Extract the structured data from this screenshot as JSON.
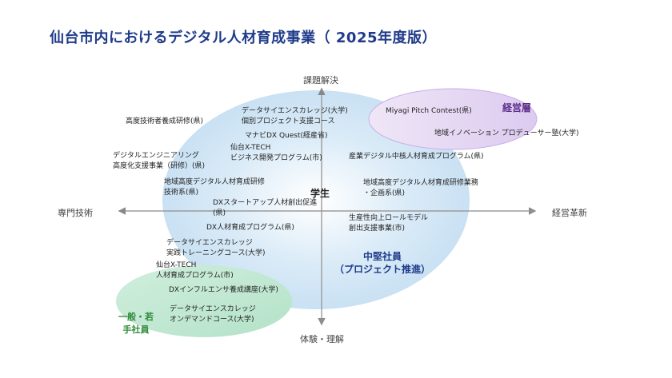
{
  "title": "仙台市内におけるデジタル人材育成事業（ 2025年度版）",
  "axes": {
    "top": "課題解決",
    "bottom": "体験・理解",
    "left": "専門技術",
    "right": "経営革新"
  },
  "groups": {
    "management": "経営層",
    "students": "学生",
    "mid_line1": "中堅社員",
    "mid_line2": "（プロジェクト推進）",
    "young_line1": "一般・若",
    "young_line2": "手社員"
  },
  "colors": {
    "title": "#1f3b8a",
    "management": "#5b2d8a",
    "students": "#222222",
    "mid": "#1f3b8a",
    "young": "#2e8b3a"
  },
  "items": [
    {
      "line1": "データサイエンスカレッジ(大学)",
      "line2": "個別プロジェクト支援コース"
    },
    {
      "line1": "高度技術者養成研修(県)",
      "line2": ""
    },
    {
      "line1": "マナビDX Quest(経産省)",
      "line2": ""
    },
    {
      "line1": "仙台X-TECH",
      "line2": "ビジネス開発プログラム(市)"
    },
    {
      "line1": "デジタルエンジニアリング",
      "line2": "高度化支援事業（研修）(県)"
    },
    {
      "line1": "地域高度デジタル人材育成研修",
      "line2": "技術系(県)"
    },
    {
      "line1": "DXスタートアップ人材創出促進",
      "line2": "(県)"
    },
    {
      "line1": "DX人材育成プログラム(県)",
      "line2": ""
    },
    {
      "line1": "データサイエンスカレッジ",
      "line2": "実践トレーニングコース(大学)"
    },
    {
      "line1": "仙台X-TECH",
      "line2": "人材育成プログラム(市)"
    },
    {
      "line1": "DXインフルエンサ養成講座(大学)",
      "line2": ""
    },
    {
      "line1": "データサイエンスカレッジ",
      "line2": "オンデマンドコース(大学)"
    },
    {
      "line1": "Miyagi Pitch Contest(県)",
      "line2": ""
    },
    {
      "line1": "地域イノベーション プロデューサー塾(大学)",
      "line2": ""
    },
    {
      "line1": "産業デジタル中核人材育成プログラム(県)",
      "line2": ""
    },
    {
      "line1": "地域高度デジタル人材育成研修業務",
      "line2": "・企画系(県)"
    },
    {
      "line1": "生産性向上ロールモデル",
      "line2": "創出支援事業(市)"
    }
  ]
}
